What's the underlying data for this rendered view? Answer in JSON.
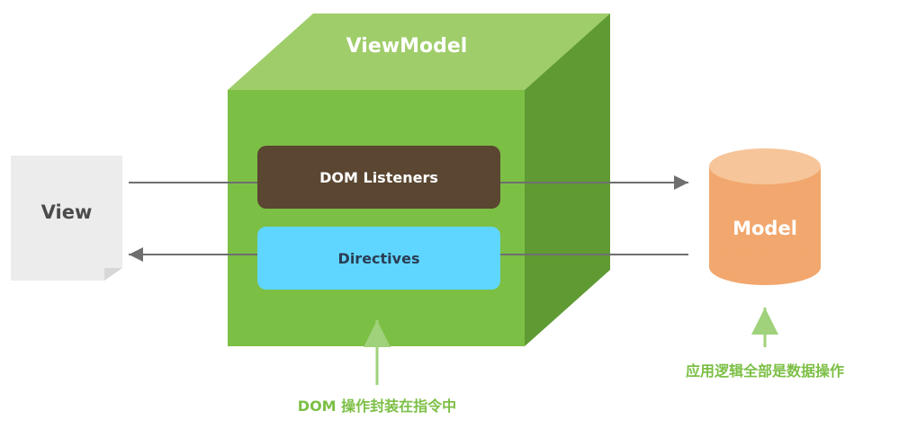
{
  "view": {
    "label": "View"
  },
  "viewmodel": {
    "title": "ViewModel",
    "dom_listeners": "DOM Listeners",
    "directives": "Directives"
  },
  "model": {
    "label": "Model"
  },
  "annotations": {
    "viewmodel_note": "DOM 操作封装在指令中",
    "model_note": "应用逻辑全部是数据操作"
  },
  "colors": {
    "cube_front": "#7cbf45",
    "cube_top": "#9fcd6a",
    "cube_side": "#5f9a33",
    "dom_listeners_bg": "#5a4631",
    "directives_bg": "#5fd6ff",
    "view_bg": "#ececec",
    "model_body": "#f1a76d",
    "model_top": "#f7c59a",
    "arrow_gray": "#6f6f6f",
    "arrow_green": "#9fd27a",
    "annotation_green": "#7cbf45"
  }
}
